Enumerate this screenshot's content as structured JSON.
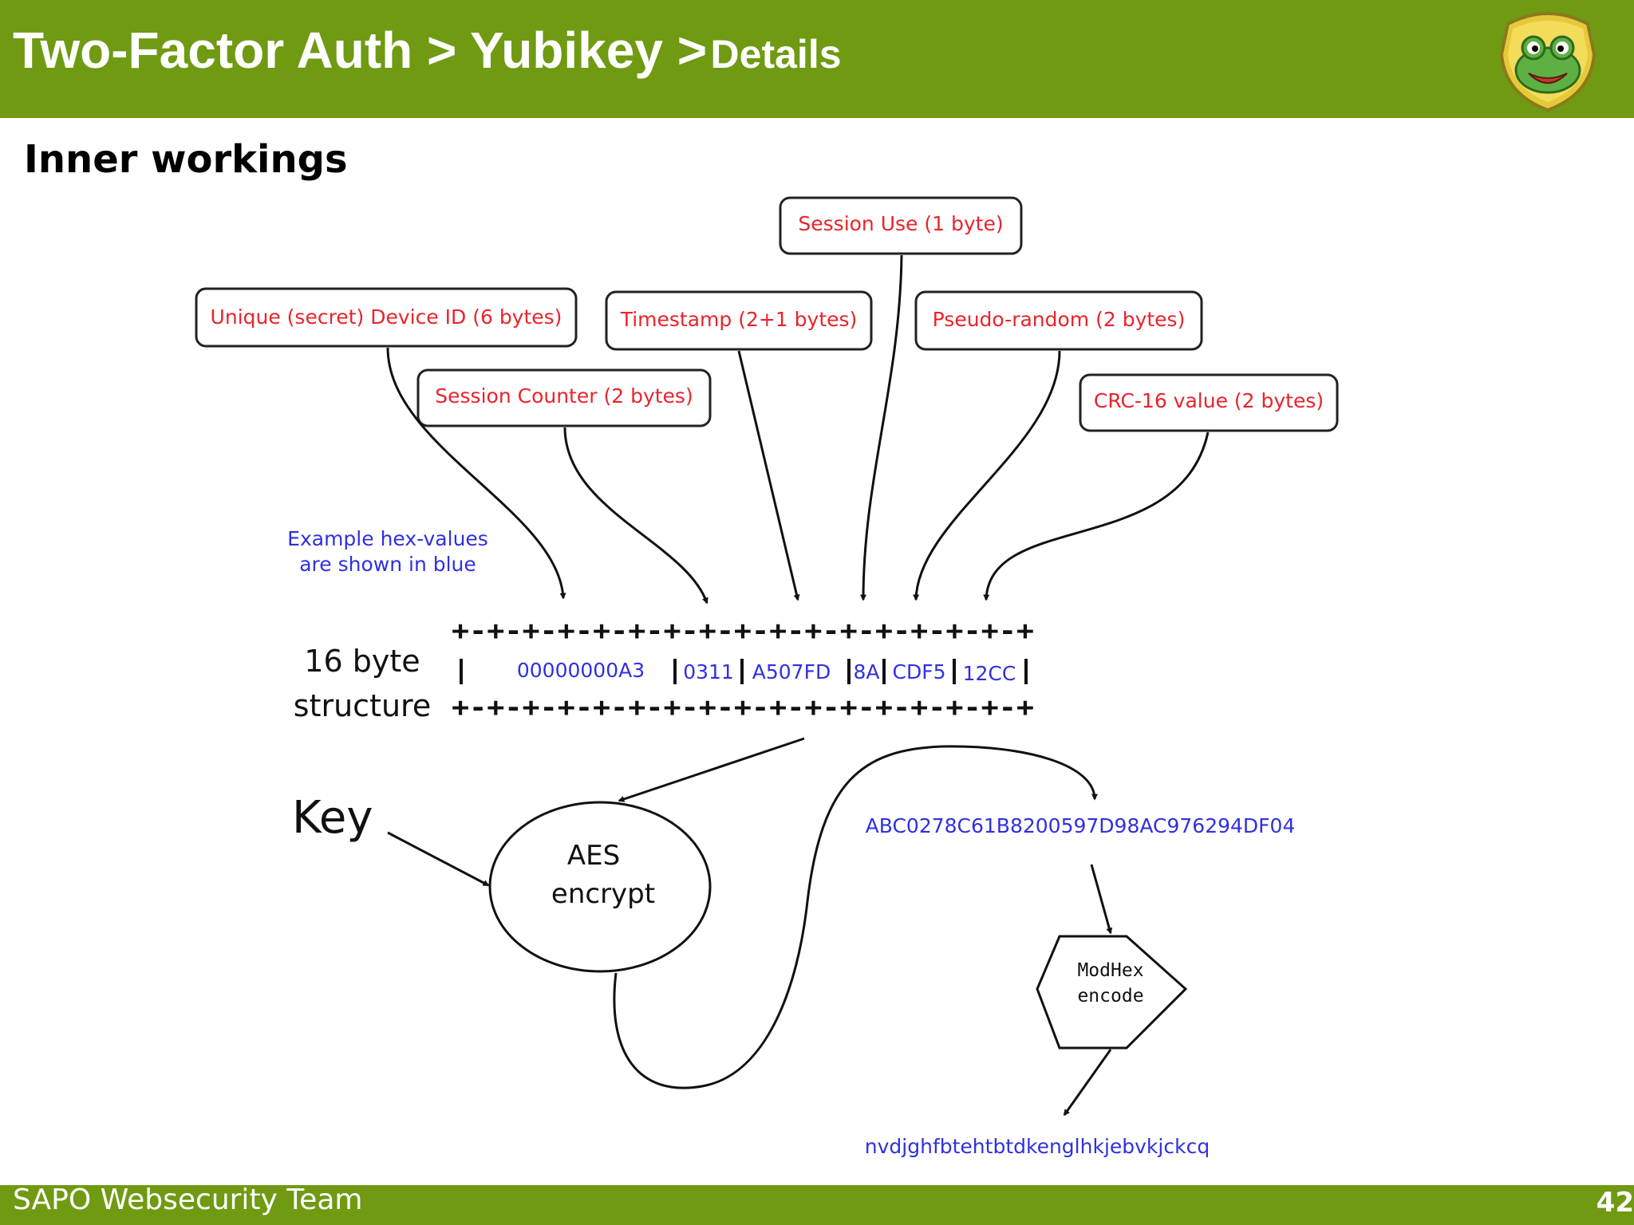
{
  "header": {
    "title_main": "Two-Factor Auth > Yubikey >",
    "title_sub": "Details",
    "logo_icon": "frog-shield-logo-icon"
  },
  "slide": {
    "subtitle": "Inner workings"
  },
  "diagram": {
    "fields": {
      "device_id": "Unique (secret) Device ID (6 bytes)",
      "session_counter": "Session Counter (2 bytes)",
      "timestamp": "Timestamp (2+1 bytes)",
      "session_use": "Session Use (1 byte)",
      "pseudo_random": "Pseudo-random (2 bytes)",
      "crc": "CRC-16 value (2 bytes)"
    },
    "note_line1": "Example hex-values",
    "note_line2": "are shown in blue",
    "structure_label_line1": "16 byte",
    "structure_label_line2": "structure",
    "border_row": "+-+-+-+-+-+-+-+-+-+-+-+-+-+-+-+-+",
    "hex_values": {
      "device_id": "00000000A3",
      "session_counter": "0311",
      "timestamp": "A507FD",
      "session_use": "8A",
      "pseudo_random": "CDF5",
      "crc": "12CC"
    },
    "key_label": "Key",
    "aes_line1": "AES",
    "aes_line2": "encrypt",
    "ciphertext": "ABC0278C61B8200597D98AC976294DF04",
    "modhex_line1": "ModHex",
    "modhex_line2": "encode",
    "otp_output": "nvdjghfbtehtbtdkenglhkjebvkjckcq"
  },
  "footer": {
    "team": "SAPO Websecurity Team",
    "page_number": "42"
  },
  "colors": {
    "header_green": "#6f9a12",
    "label_red": "#e8242c",
    "hex_blue": "#3030e0"
  }
}
